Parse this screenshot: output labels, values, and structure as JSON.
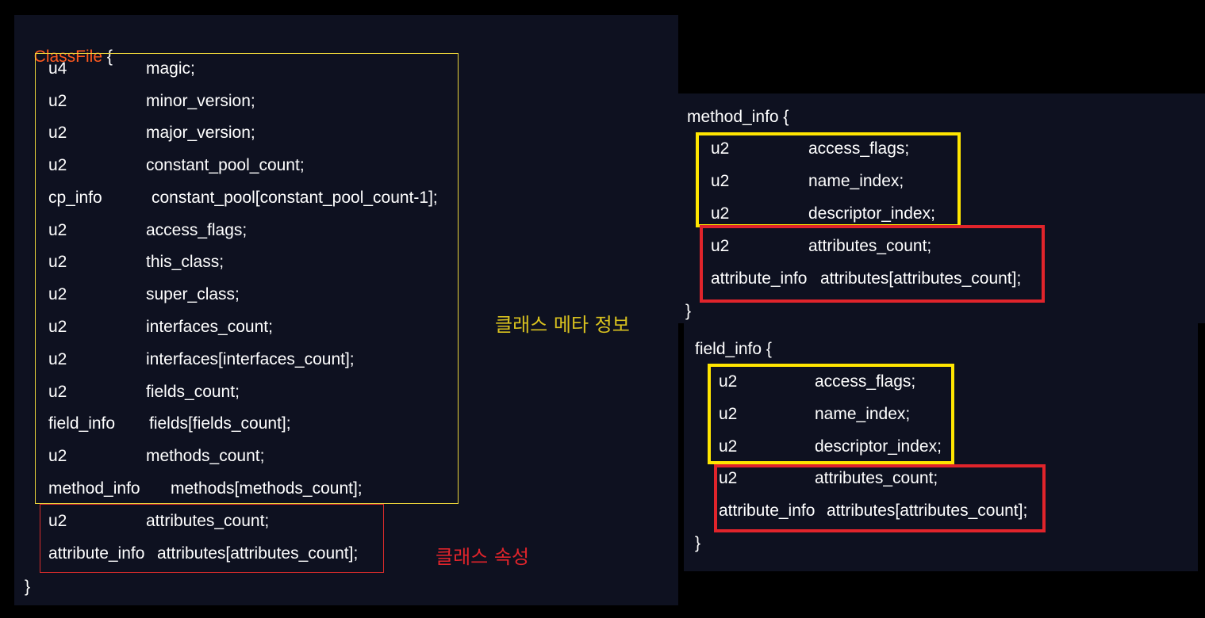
{
  "colors": {
    "background": "#000000",
    "panel": "#0e1120",
    "text": "#ffffff",
    "classfile_keyword": "#ff5a1f",
    "meta_box": "#e8d23a",
    "attr_box": "#d62b2b",
    "bold_yellow": "#ffe600",
    "bold_red": "#e0242b",
    "meta_label": "#d9c21f",
    "attr_label": "#e0242b"
  },
  "classfile": {
    "keyword": "ClassFile",
    "open_brace": "{",
    "close_brace": "}",
    "meta_label": "클래스 메타 정보",
    "attr_label": "클래스 속성",
    "rows": [
      {
        "type": "u4",
        "name": "magic;"
      },
      {
        "type": "u2",
        "name": "minor_version;"
      },
      {
        "type": "u2",
        "name": "major_version;"
      },
      {
        "type": "u2",
        "name": "constant_pool_count;"
      },
      {
        "type": "cp_info",
        "name": "constant_pool[constant_pool_count-1];"
      },
      {
        "type": "u2",
        "name": "access_flags;"
      },
      {
        "type": "u2",
        "name": "this_class;"
      },
      {
        "type": "u2",
        "name": "super_class;"
      },
      {
        "type": "u2",
        "name": "interfaces_count;"
      },
      {
        "type": "u2",
        "name": "interfaces[interfaces_count];"
      },
      {
        "type": "u2",
        "name": "fields_count;"
      },
      {
        "type": "field_info",
        "name": "fields[fields_count];"
      },
      {
        "type": "u2",
        "name": "methods_count;"
      },
      {
        "type": "method_info",
        "name": "methods[methods_count];"
      },
      {
        "type": "u2",
        "name": "attributes_count;"
      },
      {
        "type": "attribute_info",
        "name": "attributes[attributes_count];"
      }
    ]
  },
  "method_info": {
    "header": "method_info {",
    "close_brace": "}",
    "rows": [
      {
        "type": "u2",
        "name": "access_flags;"
      },
      {
        "type": "u2",
        "name": "name_index;"
      },
      {
        "type": "u2",
        "name": "descriptor_index;"
      },
      {
        "type": "u2",
        "name": "attributes_count;"
      },
      {
        "type": "attribute_info",
        "name": "attributes[attributes_count];"
      }
    ]
  },
  "field_info": {
    "header": "field_info {",
    "close_brace": "}",
    "rows": [
      {
        "type": "u2",
        "name": "access_flags;"
      },
      {
        "type": "u2",
        "name": "name_index;"
      },
      {
        "type": "u2",
        "name": "descriptor_index;"
      },
      {
        "type": "u2",
        "name": "attributes_count;"
      },
      {
        "type": "attribute_info",
        "name": "attributes[attributes_count];"
      }
    ]
  }
}
